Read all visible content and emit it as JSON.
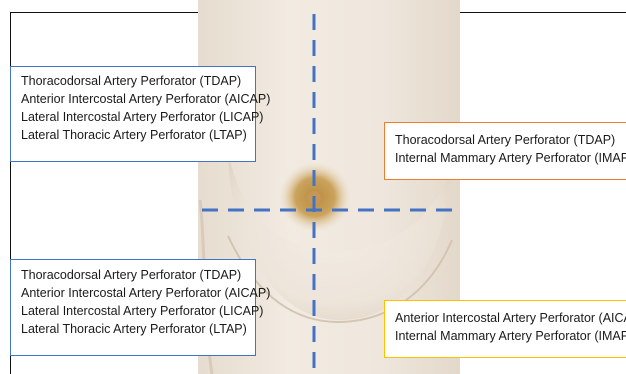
{
  "colors": {
    "background": "#ffffff",
    "skin": "#efe6dc",
    "areola": "#c9a35a",
    "axis_dash": "#4472c4",
    "box_blue": "#4472c4",
    "box_orange": "#ed7d31",
    "box_yellow": "#ffc000"
  },
  "quadrants": {
    "upper_outer": {
      "lines": [
        "Thoracodorsal Artery Perforator (TDAP)",
        "Anterior Intercostal Artery Perforator (AICAP)",
        "Lateral Intercostal Artery Perforator (LICAP)",
        "Lateral Thoracic Artery Perforator (LTAP)"
      ]
    },
    "lower_outer": {
      "lines": [
        "Thoracodorsal Artery Perforator (TDAP)",
        "Anterior Intercostal Artery Perforator (AICAP)",
        "Lateral Intercostal Artery Perforator (LICAP)",
        "Lateral Thoracic Artery Perforator (LTAP)"
      ]
    },
    "upper_inner": {
      "lines": [
        "Thoracodorsal Artery Perforator (TDAP)",
        "Internal Mammary Artery Perforator (IMAP)"
      ]
    },
    "lower_inner": {
      "lines": [
        "Anterior Intercostal Artery Perforator (AICAP)",
        "Internal Mammary Artery Perforator (IMAP)"
      ]
    }
  }
}
